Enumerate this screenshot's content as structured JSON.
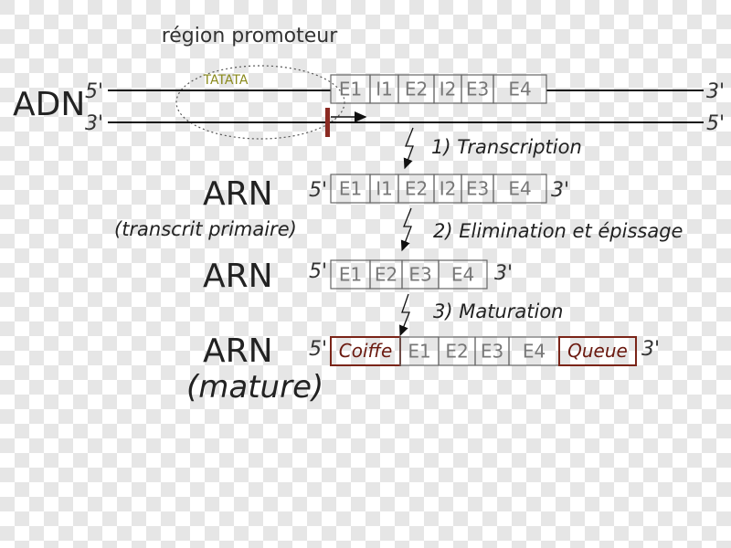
{
  "checker": {
    "light": "#ffffff",
    "dark": "#e6e6e6"
  },
  "promoter": {
    "title": "région promoteur",
    "box": "TATATA"
  },
  "dna": {
    "label": "ADN",
    "top_5": "5'",
    "top_3": "3'",
    "bot_3": "3'",
    "bot_5": "5'",
    "segments": [
      "E1",
      "I1",
      "E2",
      "I2",
      "E3",
      "E4"
    ]
  },
  "steps": {
    "s1": "1) Transcription",
    "s2": "2) Elimination et épissage",
    "s3": "3) Maturation"
  },
  "rna1": {
    "label": "ARN",
    "sublabel": "(transcrit primaire)",
    "end5": "5'",
    "end3": "3'",
    "segments": [
      "E1",
      "I1",
      "E2",
      "I2",
      "E3",
      "E4"
    ]
  },
  "rna2": {
    "label": "ARN",
    "end5": "5'",
    "end3": "3'",
    "segments": [
      "E1",
      "E2",
      "E3",
      "E4"
    ]
  },
  "rna3": {
    "label": "ARN",
    "sublabel": "(mature)",
    "end5": "5'",
    "end3": "3'",
    "cap": "Coiffe",
    "tail": "Queue",
    "segments": [
      "E1",
      "E2",
      "E3",
      "E4"
    ]
  },
  "colors": {
    "line": "#111111",
    "box_stroke": "#666666",
    "mod": "#7a2418",
    "tss": "#8b2a22",
    "tata": "#8a8a1c"
  }
}
